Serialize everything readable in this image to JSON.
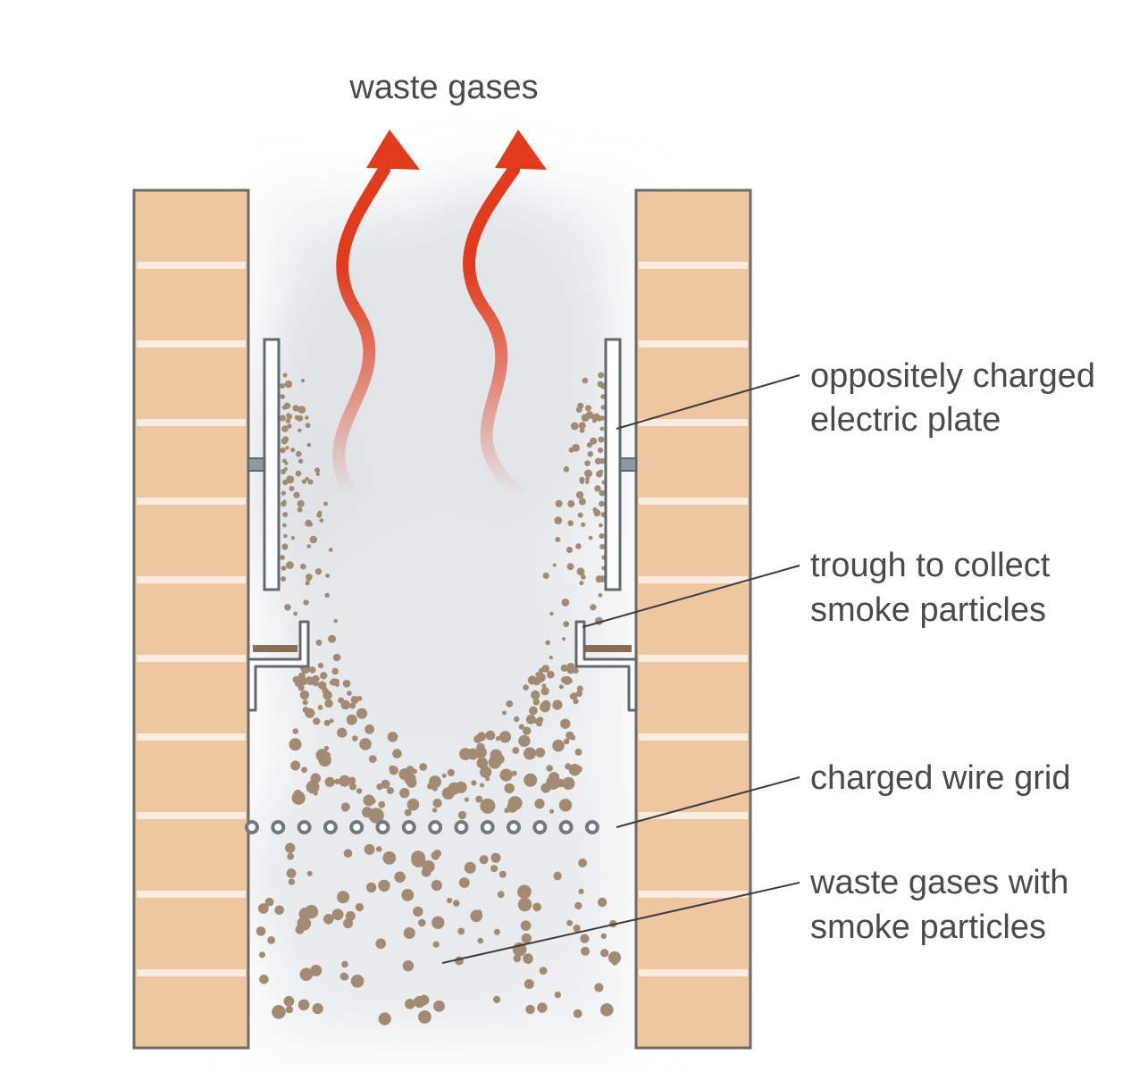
{
  "diagram": {
    "top_label": "waste gases",
    "labels": {
      "plate": [
        "oppositely charged",
        "electric plate"
      ],
      "trough": [
        "trough to collect",
        "smoke particles"
      ],
      "grid": [
        "charged wire grid"
      ],
      "gases": [
        "waste gases with",
        "smoke particles"
      ]
    }
  },
  "colors": {
    "brick": "#eec7a0",
    "mortar": "#fbece0",
    "outline": "#6b6b6b",
    "particle": "#a38a73",
    "wire": "#6e7a80",
    "arrow": "#e23a1c",
    "smoke": "#dfe3e6",
    "label": "#4a4a4a"
  },
  "icons": {
    "arrow_left": "wavy-up-arrow-icon",
    "arrow_right": "wavy-up-arrow-icon"
  }
}
